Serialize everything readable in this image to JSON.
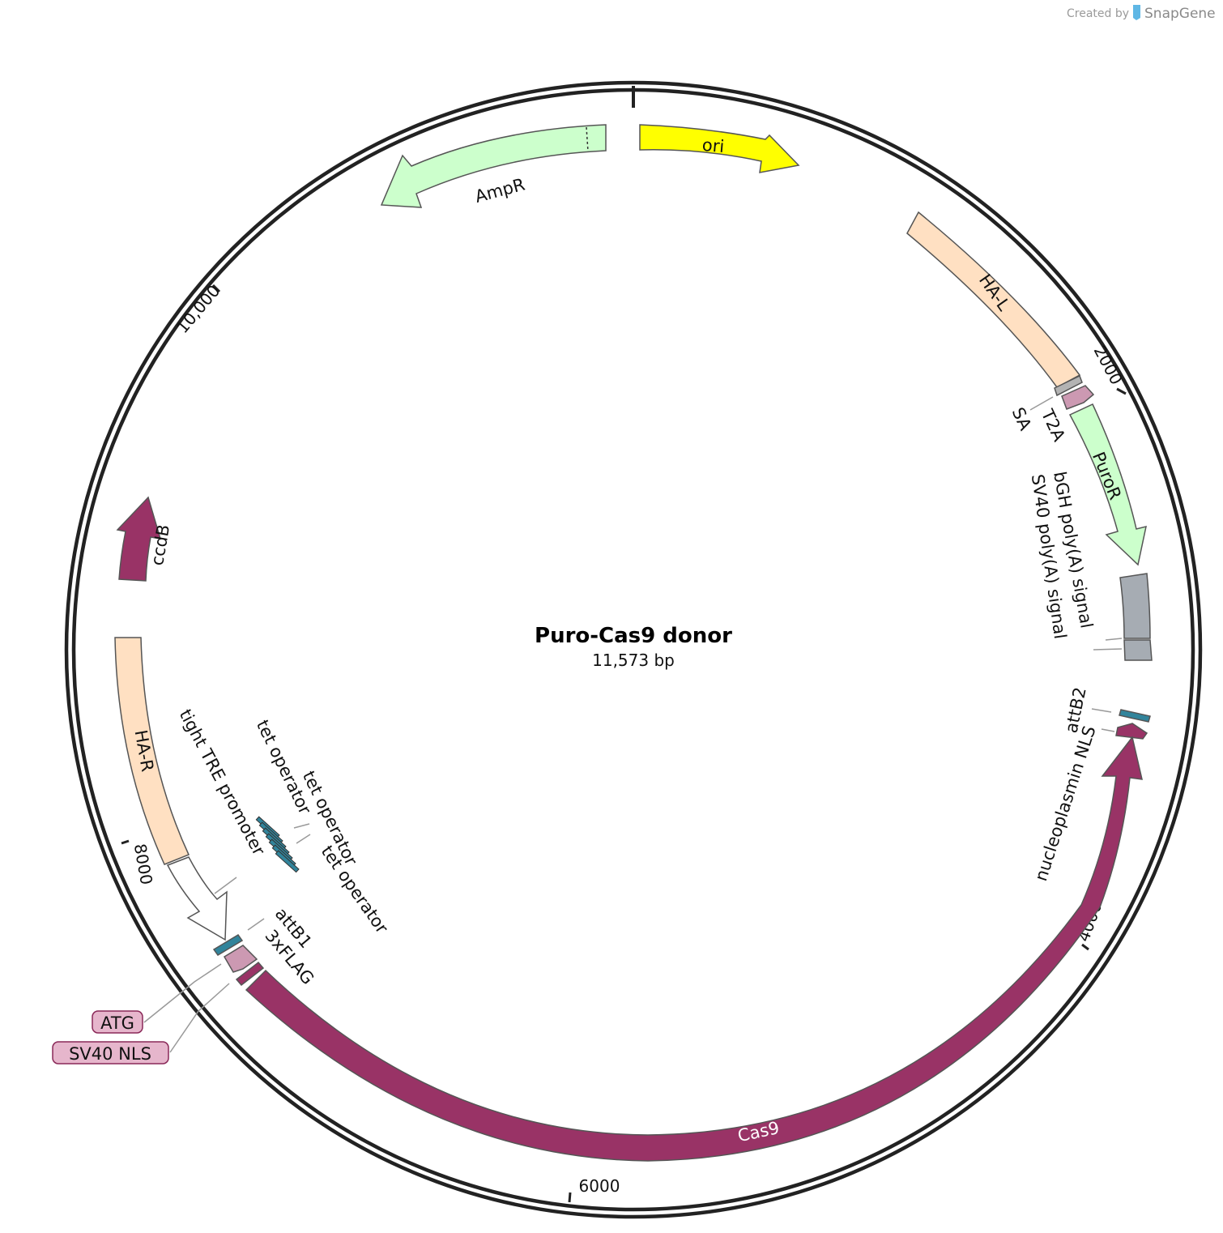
{
  "credit": {
    "prefix": "Created by",
    "brand": "SnapGene"
  },
  "plasmid": {
    "name": "Puro-Cas9 donor",
    "length_label": "11,573 bp"
  },
  "colors": {
    "cas9": "#993366",
    "nls": "#cc99b2",
    "attb": "#31849b",
    "tetop": "#31849b",
    "homology": "#ffe0c2",
    "marker": "#ccffcc",
    "ori": "#ffff00",
    "polya": "#a6acb3",
    "promoter": "#ffffff",
    "sa": "#b3b3b3"
  },
  "ticks": [
    {
      "label": "2000"
    },
    {
      "label": "4000"
    },
    {
      "label": "6000"
    },
    {
      "label": "8000"
    },
    {
      "label": "10,000"
    }
  ],
  "features": {
    "ori": {
      "label": "ori"
    },
    "ampr": {
      "label": "AmpR"
    },
    "hal": {
      "label": "HA-L"
    },
    "sa": {
      "label": "SA"
    },
    "t2a": {
      "label": "T2A"
    },
    "puror": {
      "label": "PuroR"
    },
    "bgh": {
      "label": "bGH poly(A) signal"
    },
    "sv40pa": {
      "label": "SV40 poly(A) signal"
    },
    "attb2": {
      "label": "attB2"
    },
    "nucnls": {
      "label": "nucleoplasmin NLS"
    },
    "cas9": {
      "label": "Cas9"
    },
    "flag": {
      "label": "3xFLAG"
    },
    "attb1": {
      "label": "attB1"
    },
    "atg": {
      "label": "ATG"
    },
    "sv40nls": {
      "label": "SV40 NLS"
    },
    "tre": {
      "label": "tight TRE promoter"
    },
    "tetop1": {
      "label": "tet operator"
    },
    "tetop2": {
      "label": "tet operator"
    },
    "tetop3": {
      "label": "tet operator"
    },
    "har": {
      "label": "HA-R"
    },
    "ccdb": {
      "label": "ccdB"
    }
  }
}
